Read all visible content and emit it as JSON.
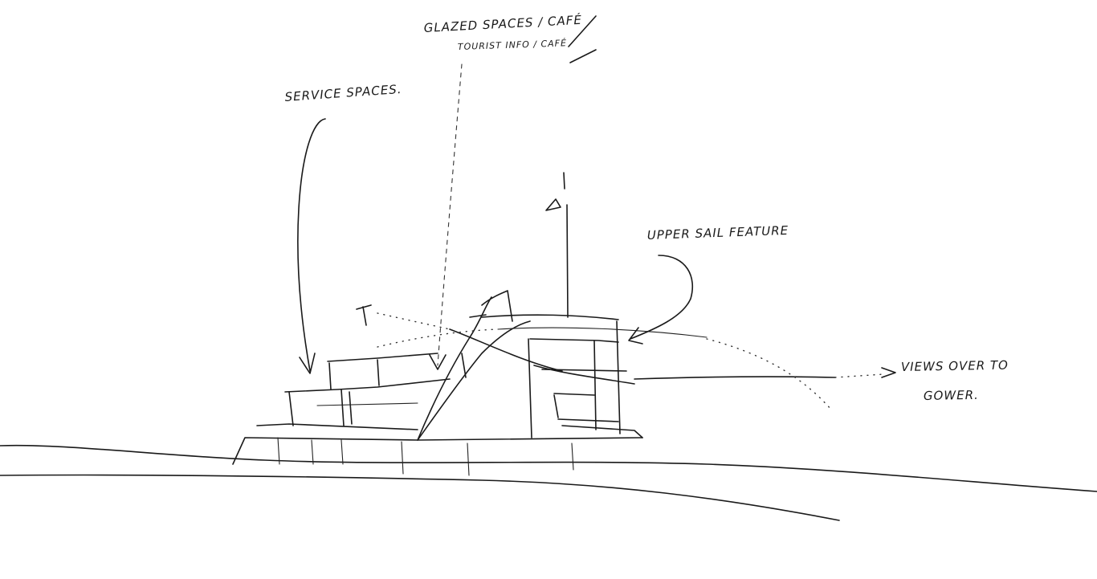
{
  "annotations": {
    "glazed_spaces": "GLAZED SPACES / CAFÉ",
    "tourist_info": "TOURIST INFO / CAFÉ",
    "service_spaces": "SERVICE SPACES.",
    "upper_sail_feature": "UPPER SAIL FEATURE",
    "views_line_1": "VIEWS OVER TO",
    "views_line_2": "GOWER."
  }
}
